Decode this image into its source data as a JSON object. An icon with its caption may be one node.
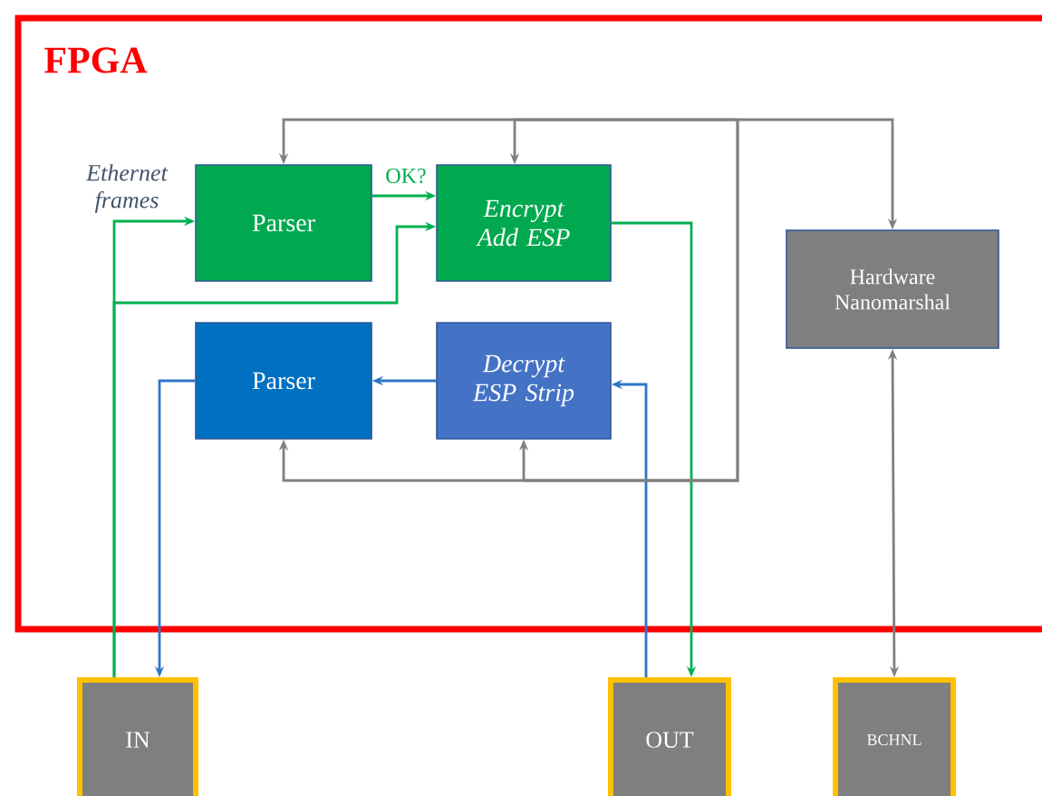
{
  "diagram": {
    "nodes": [
      {
        "text": [
          "FPGA"
        ]
      },
      {
        "text": [
          "Parser"
        ],
        "in": 0
      },
      {
        "text": [
          "*Encrypt Add ESP*"
        ],
        "in": 0
      },
      {
        "text": [
          "Parser"
        ],
        "in": 0
      },
      {
        "text": [
          "*Decrypt ESP Strip*"
        ],
        "in": 0
      },
      {
        "text": [
          "Hardware Nanomarshal"
        ],
        "in": 0
      },
      {
        "text": [
          "IN"
        ]
      },
      {
        "text": [
          "OUT"
        ]
      },
      {
        "text": [
          "BCHNL"
        ]
      }
    ],
    "edges": [
      {
        "from": 6,
        "to": 1,
        "arrow": "to",
        "color": "#00b050"
      },
      {
        "from": 6,
        "to": 2,
        "arrow": "to",
        "color": "#00b050"
      },
      {
        "from": 1,
        "to": 2,
        "arrow": "to",
        "label": "OK?",
        "color": "#00b050"
      },
      {
        "from": 2,
        "to": 7,
        "arrow": "to",
        "color": "#00b050"
      },
      {
        "from": 7,
        "to": 4,
        "arrow": "to",
        "color": "#2f75c8"
      },
      {
        "from": 4,
        "to": 3,
        "arrow": "to",
        "color": "#2f75c8"
      },
      {
        "from": 3,
        "to": 6,
        "arrow": "to",
        "color": "#2f75c8"
      },
      {
        "from": 8,
        "to": 5,
        "arrow": "both",
        "color": "#808080"
      },
      {
        "from": null,
        "to": 1,
        "arrow": "to",
        "color": "#808080"
      },
      {
        "from": null,
        "to": 2,
        "arrow": "to",
        "color": "#808080"
      },
      {
        "from": null,
        "to": 5,
        "arrow": "to",
        "color": "#808080"
      },
      {
        "from": null,
        "to": 3,
        "arrow": "to",
        "color": "#808080"
      },
      {
        "from": null,
        "to": 4,
        "arrow": "to",
        "color": "#808080"
      }
    ],
    "labels": [
      "Ethernet frames"
    ]
  }
}
